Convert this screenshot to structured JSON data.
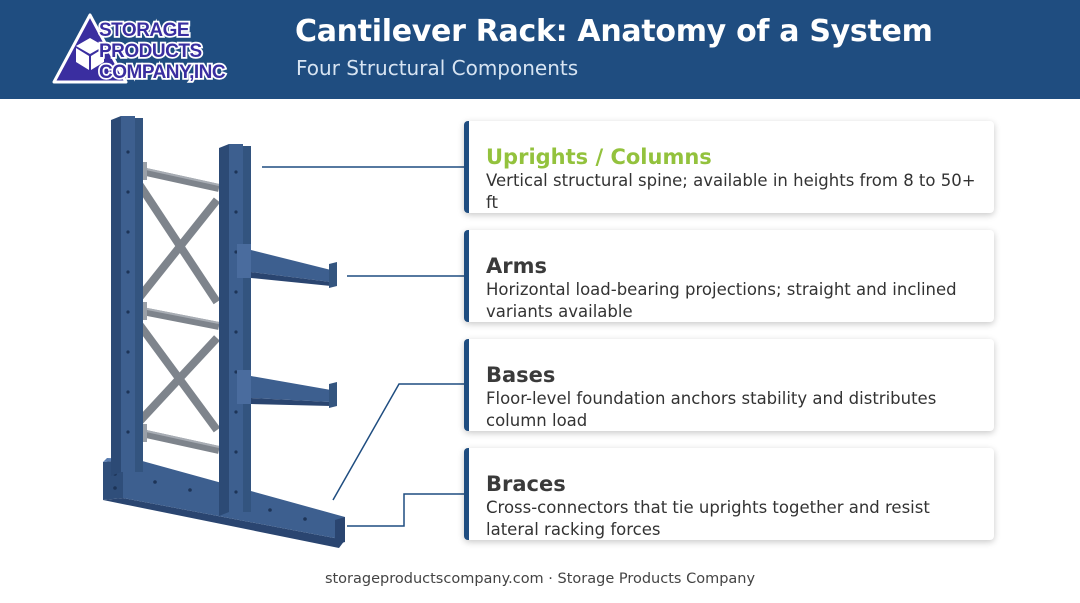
{
  "header": {
    "logo_text": [
      "STORAGE",
      "PRODUCTS",
      "COMPANY,INC"
    ],
    "title": "Cantilever Rack: Anatomy of a System",
    "subtitle": "Four Structural Components"
  },
  "components": [
    {
      "title": "Uprights / Columns",
      "description": "Vertical structural spine; available in heights from 8 to 50+ ft"
    },
    {
      "title": "Arms",
      "description": "Horizontal load-bearing projections; straight and inclined variants available"
    },
    {
      "title": "Bases",
      "description": "Floor-level foundation anchors stability and distributes column load"
    },
    {
      "title": "Braces",
      "description": "Cross-connectors that tie uprights together and resist lateral racking forces"
    }
  ],
  "footer": {
    "text": "storageproductscompany.com · Storage Products Company"
  },
  "colors": {
    "header_bg": "#1f4d80",
    "accent_green": "#93c23d",
    "rack_blue": "#3d5f8f",
    "brace_gray": "#8a8f96",
    "logo_purple": "#3a2ea0"
  }
}
